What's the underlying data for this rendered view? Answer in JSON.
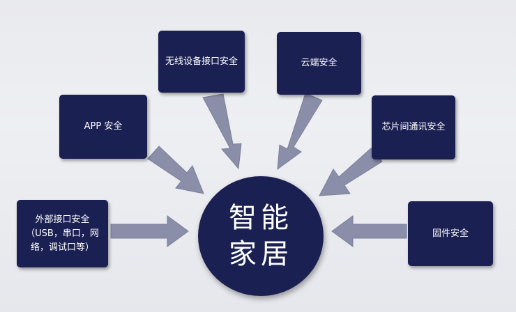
{
  "hub": {
    "label": "智能家居"
  },
  "nodes": {
    "wireless": "无线设备接口安全",
    "cloud": "云端安全",
    "app": "APP 安全",
    "chip": "芯片间通讯安全",
    "external": "外部接口安全（USB，串口，网络，调试口等）",
    "firmware": "固件安全"
  },
  "colors": {
    "node_fill": "#1b2053",
    "arrow_fill": "#8a8ea8",
    "background": "#ebecf0"
  }
}
